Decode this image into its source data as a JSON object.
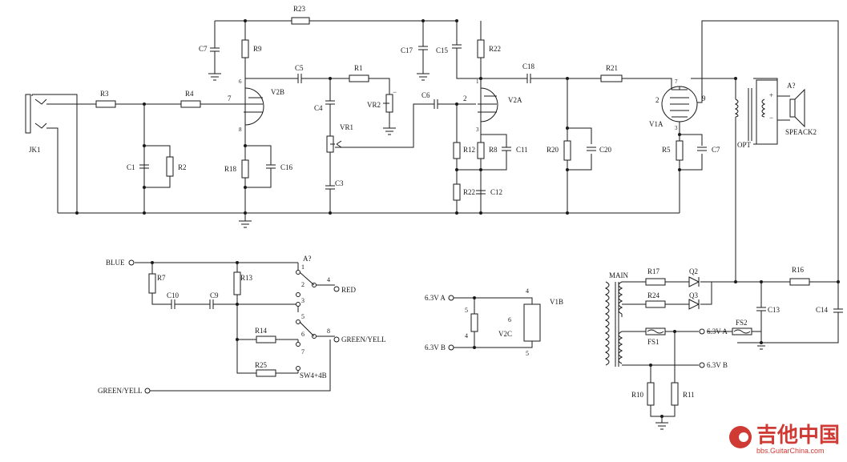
{
  "labels": {
    "JK1": "JK1",
    "R3": "R3",
    "R4": "R4",
    "R2": "R2",
    "C1": "C1",
    "R23": "R23",
    "C7a": "C7",
    "R9": "R9",
    "V2B": "V2B",
    "C5": "C5",
    "R1": "R1",
    "VR2": "VR2",
    "C6": "C6",
    "C4": "C4",
    "VR1": "VR1",
    "C3": "C3",
    "R18": "R18",
    "C16": "C16",
    "C17": "C17",
    "C15": "C15",
    "R22a": "R22",
    "V2A": "V2A",
    "R12": "R12",
    "R8": "R8",
    "C11": "C11",
    "R22b": "R22",
    "C12": "C12",
    "C18": "C18",
    "R20": "R20",
    "C20": "C20",
    "R21": "R21",
    "V1A": "V1A",
    "R5": "R5",
    "C7b": "C7",
    "OPT": "OPT",
    "A7a": "A?",
    "SPEACK2": "SPEACK2",
    "BLUE": "BLUE",
    "R7": "R7",
    "C10": "C10",
    "C9": "C9",
    "R13": "R13",
    "A7b": "A?",
    "RED": "RED",
    "R14": "R14",
    "R25": "R25",
    "GREENYELL1": "GREEN/YELL",
    "SW": "SW4+4B",
    "GREENYELL2": "GREEN/YELL",
    "V63A": "6.3V A",
    "V63B": "6.3V B",
    "V1B": "V1B",
    "V2C": "V2C",
    "MAIN": "MAIN",
    "R17": "R17",
    "Q2": "Q2",
    "R24": "R24",
    "Q3": "Q3",
    "FS1": "FS1",
    "R16": "R16",
    "C13": "C13",
    "C14": "C14",
    "FS2": "FS2",
    "V63A2": "6.3V A",
    "V63B2": "6.3V B",
    "R10": "R10",
    "R11": "R11"
  },
  "pins": {
    "v2b_grid": "7",
    "v2b_top": "6",
    "v2b_bot": "8",
    "v2a_grid": "2",
    "v2a_top": "1",
    "v2a_bot": "3",
    "v1a_grid": "2",
    "v1a_top": "7",
    "v1a_plate": "9",
    "v1a_bot": "3",
    "vr2_sign": "−",
    "sw": [
      "1",
      "2",
      "3",
      "4",
      "5",
      "6",
      "7",
      "8"
    ],
    "v1b_p5": "5",
    "v1b_p4": "4",
    "v1b_p6": "6",
    "v1b_top": "4",
    "v1b_bot": "5",
    "opt_plus": "+",
    "opt_minus": "−"
  },
  "watermark": {
    "main": "吉他中国",
    "sub": "bbs.GuitarChina.com"
  },
  "colors": {
    "ink": "#1a1a1a",
    "watermark": "#cf3a34"
  }
}
